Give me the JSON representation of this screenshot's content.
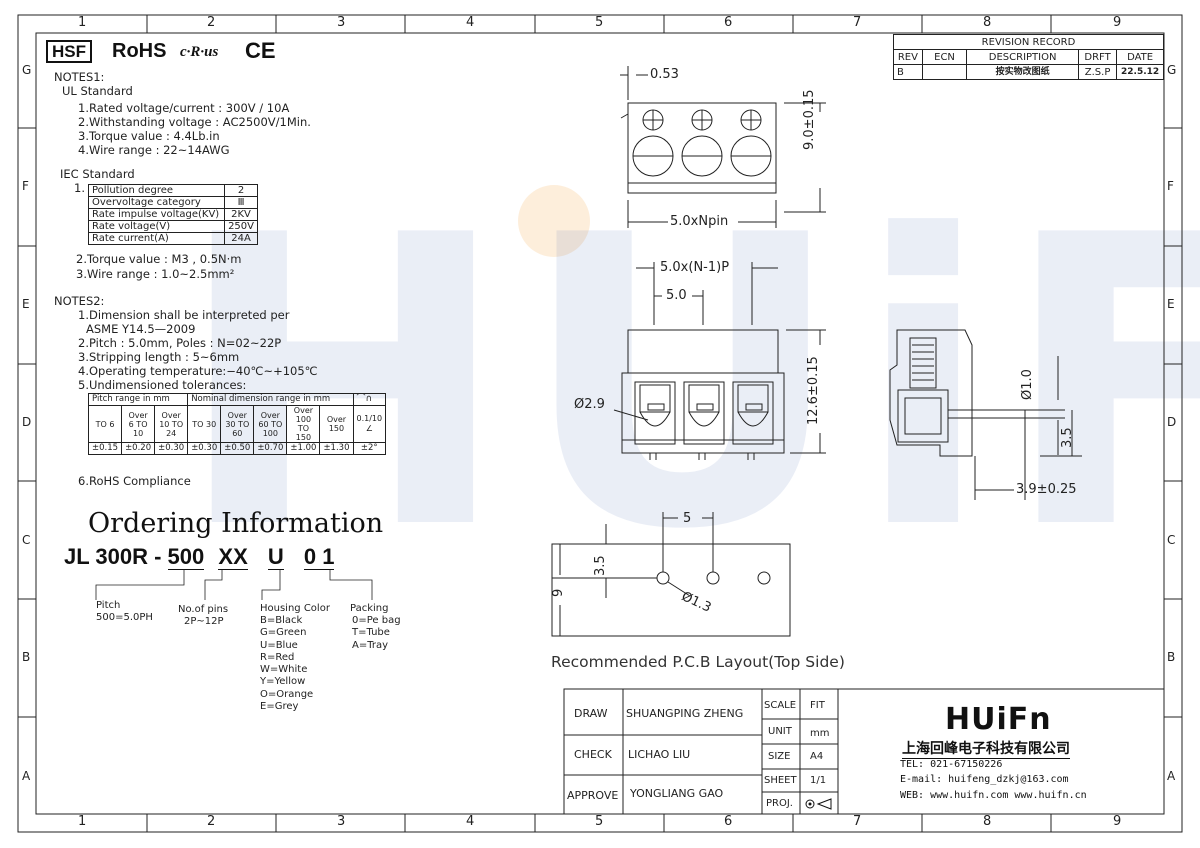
{
  "grid": {
    "columns": [
      "1",
      "2",
      "3",
      "4",
      "5",
      "6",
      "7",
      "8",
      "9"
    ],
    "rows": [
      "G",
      "F",
      "E",
      "D",
      "C",
      "B",
      "A"
    ]
  },
  "logos": {
    "hsf": "HSF",
    "rohs": "RoHS",
    "ul": "c·R·us",
    "ce": "CE"
  },
  "notes1": {
    "title": "NOTES1:",
    "ul_title": "UL Standard",
    "ul_items": [
      "1.Rated voltage/current : 300V / 10A",
      "2.Withstanding voltage : AC2500V/1Min.",
      "3.Torque value : 4.4Lb.in",
      "4.Wire range : 22~14AWG"
    ],
    "iec_title": "IEC Standard",
    "iec_index": "1.",
    "iec_table": [
      [
        "Pollution degree",
        "2"
      ],
      [
        "Overvoltage category",
        "Ⅲ"
      ],
      [
        "Rate impulse voltage(KV)",
        "2KV"
      ],
      [
        "Rate voltage(V)",
        "250V"
      ],
      [
        "Rate current(A)",
        "24A"
      ]
    ],
    "iec_items": [
      "2.Torque value : M3 , 0.5N·m",
      "3.Wire range : 1.0~2.5mm²"
    ]
  },
  "notes2": {
    "title": "NOTES2:",
    "items": [
      "1.Dimension shall be interpreted per",
      "ASME Y14.5—2009",
      "2.Pitch : 5.0mm, Poles : N=02~22P",
      "3.Stripping length : 5~6mm",
      "4.Operating temperature:−40℃~+105℃",
      "5.Undimensioned tolerances:"
    ],
    "rohs": "6.RoHS Compliance"
  },
  "tolerance_table": {
    "pitch_head": "Pitch range in mm",
    "nominal_head": "Nominal dimension range in mm",
    "angle_symbol": "⌒∩",
    "pitch_cols": [
      "TO 6",
      "Over 6 TO 10",
      "Over 10 TO 24"
    ],
    "nominal_cols": [
      "TO 30",
      "Over 30 TO 60",
      "Over 60 TO 100",
      "Over 100 TO 150",
      "Over 150"
    ],
    "angle_value": "0.1/10",
    "angle_sign": "∠",
    "tolerances": [
      "±0.15",
      "±0.20",
      "±0.30",
      "±0.30",
      "±0.50",
      "±0.70",
      "±1.00",
      "±1.30",
      "±2°"
    ]
  },
  "ordering": {
    "title": "Ordering Information",
    "code_parts": [
      "JL 300R -",
      "500",
      "XX",
      "U",
      "0 1"
    ],
    "pitch": {
      "label": "Pitch",
      "value": "500=5.0PH"
    },
    "pins": {
      "label": "No.of pins",
      "value": "2P~12P"
    },
    "color": {
      "label": "Housing Color",
      "options": [
        "B=Black",
        "G=Green",
        "U=Blue",
        "R=Red",
        "W=White",
        "Y=Yellow",
        "O=Orange",
        "E=Grey"
      ]
    },
    "packing": {
      "label": "Packing",
      "options": [
        "0=Pe bag",
        "T=Tube",
        "A=Tray"
      ]
    }
  },
  "revision": {
    "title": "REVISION RECORD",
    "headers": [
      "REV",
      "ECN",
      "DESCRIPTION",
      "DRFT",
      "DATE"
    ],
    "row": [
      "B",
      "",
      "按实物改图纸",
      "Z.S.P",
      "22.5.12"
    ]
  },
  "dimensions": {
    "top_offset": "0.53",
    "height_top": "9.0±0.15",
    "width": "5.0xNpin",
    "span": "5.0x(N-1)P",
    "pitch": "5.0",
    "height_front": "12.6±0.15",
    "hole_dia": "Ø2.9",
    "wire_dia": "Ø1.0",
    "side_35": "3.5",
    "side_depth": "3.9±0.25",
    "pcb_pitch": "5",
    "pcb_35": "3.5",
    "pcb_9": "9",
    "pcb_hole": "Ø1.3"
  },
  "pcb_caption": "Recommended P.C.B Layout(Top Side)",
  "title_block": {
    "draw_label": "DRAW",
    "draw_name": "SHUANGPING ZHENG",
    "check_label": "CHECK",
    "check_name": "LICHAO  LIU",
    "approve_label": "APPROVE",
    "approve_name": "YONGLIANG GAO",
    "scale_label": "SCALE",
    "scale_value": "FIT",
    "unit_label": "UNIT",
    "unit_value": "mm",
    "size_label": "SIZE",
    "size_value": "A4",
    "sheet_label": "SHEET",
    "sheet_value": "1/1",
    "proj_label": "PROJ.",
    "company_logo": "HUiFn",
    "company_name": "上海回峰电子科技有限公司",
    "tel": "TEL: 021-67150226",
    "email": "E-mail: huifeng_dzkj@163.com",
    "web": "WEB: www.huifn.com  www.huifn.cn"
  },
  "watermark": "HUiFn",
  "colors": {
    "line": "#222222",
    "watermark": "#3c5fb3",
    "accent": "#f3a33a"
  }
}
